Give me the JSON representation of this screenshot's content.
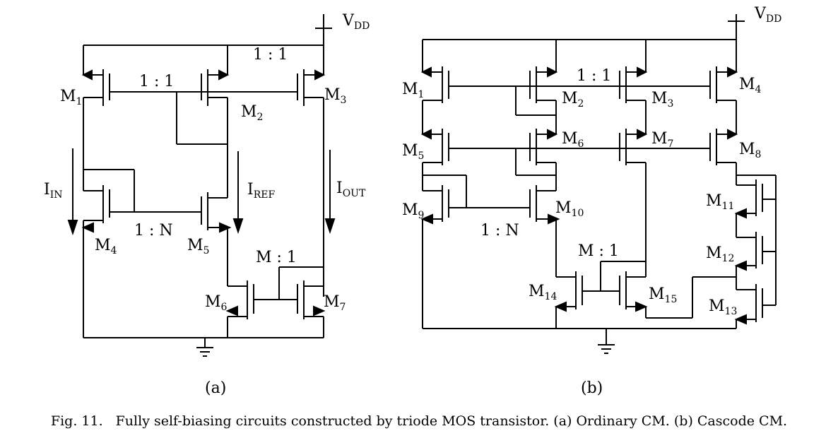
{
  "circuit_a": {
    "vdd": "V",
    "vdd_sub": "DD",
    "ratio_top_left": "1 : 1",
    "ratio_top_right": "1 : 1",
    "ratio_mirror": "1 : N",
    "ratio_bottom": "M : 1",
    "i_in": "I",
    "i_in_sub": "IN",
    "i_ref": "I",
    "i_ref_sub": "REF",
    "i_out": "I",
    "i_out_sub": "OUT",
    "m1": "M",
    "m1_sub": "1",
    "m2": "M",
    "m2_sub": "2",
    "m3": "M",
    "m3_sub": "3",
    "m4": "M",
    "m4_sub": "4",
    "m5": "M",
    "m5_sub": "5",
    "m6": "M",
    "m6_sub": "6",
    "m7": "M",
    "m7_sub": "7",
    "panel_label": "(a)"
  },
  "circuit_b": {
    "vdd": "V",
    "vdd_sub": "DD",
    "ratio_top": "1 : 1",
    "ratio_mirror": "1 : N",
    "ratio_bottom": "M : 1",
    "m1": "M",
    "m1_sub": "1",
    "m2": "M",
    "m2_sub": "2",
    "m3": "M",
    "m3_sub": "3",
    "m4": "M",
    "m4_sub": "4",
    "m5": "M",
    "m5_sub": "5",
    "m6": "M",
    "m6_sub": "6",
    "m7": "M",
    "m7_sub": "7",
    "m8": "M",
    "m8_sub": "8",
    "m9": "M",
    "m9_sub": "9",
    "m10": "M",
    "m10_sub": "10",
    "m11": "M",
    "m11_sub": "11",
    "m12": "M",
    "m12_sub": "12",
    "m13": "M",
    "m13_sub": "13",
    "m14": "M",
    "m14_sub": "14",
    "m15": "M",
    "m15_sub": "15",
    "panel_label": "(b)"
  },
  "caption": {
    "figure": "Fig. 11.",
    "text": "Fully self-biasing circuits constructed by triode MOS transistor. (a) Ordinary CM. (b) Cascode CM."
  }
}
